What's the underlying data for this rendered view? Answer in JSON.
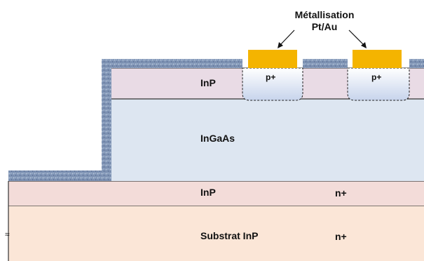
{
  "annotation": {
    "line1": "Métallisation",
    "line2": "Pt/Au"
  },
  "layers": {
    "inp_top": "InP",
    "ingaas": "InGaAs",
    "inp_mid": "InP",
    "inp_mid_doping": "n+",
    "substrate": "Substrat InP",
    "substrate_doping": "n+"
  },
  "wells": {
    "left": "p+",
    "right": "p+"
  },
  "break_mark": "≈",
  "colors": {
    "metal": "#f4b400",
    "passivation": "#7f93b3",
    "inp_top": "#e9dbe5",
    "ingaas": "#dde6f1",
    "inp_mid": "#f3dcd9",
    "substrate": "#fbe6d7",
    "p_well": "#d3dff2"
  }
}
